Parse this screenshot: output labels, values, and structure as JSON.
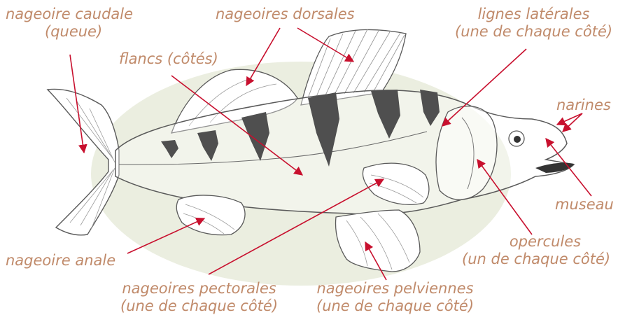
{
  "colors": {
    "label_text": "#c08a6a",
    "arrow": "#c8102e",
    "ellipse_fill": "#ebeee0",
    "fish_outline": "#5a5a5a",
    "stripe": "#4f4f4f"
  },
  "labels": {
    "caudal": [
      "nageoire caudale",
      "(queue)"
    ],
    "dorsal": [
      "nageoires dorsales"
    ],
    "flancs": [
      "flancs (côtés)"
    ],
    "lateral": [
      "lignes latérales",
      "(une de chaque côté)"
    ],
    "narines": [
      "narines"
    ],
    "museau": [
      "museau"
    ],
    "opercules": [
      "opercules",
      "(un de chaque côté)"
    ],
    "anale": [
      "nageoire anale"
    ],
    "pectorales": [
      "nageoires pectorales",
      "(une de chaque côté)"
    ],
    "pelviennes": [
      "nageoires pelviennes",
      "(une de chaque côté)"
    ]
  }
}
